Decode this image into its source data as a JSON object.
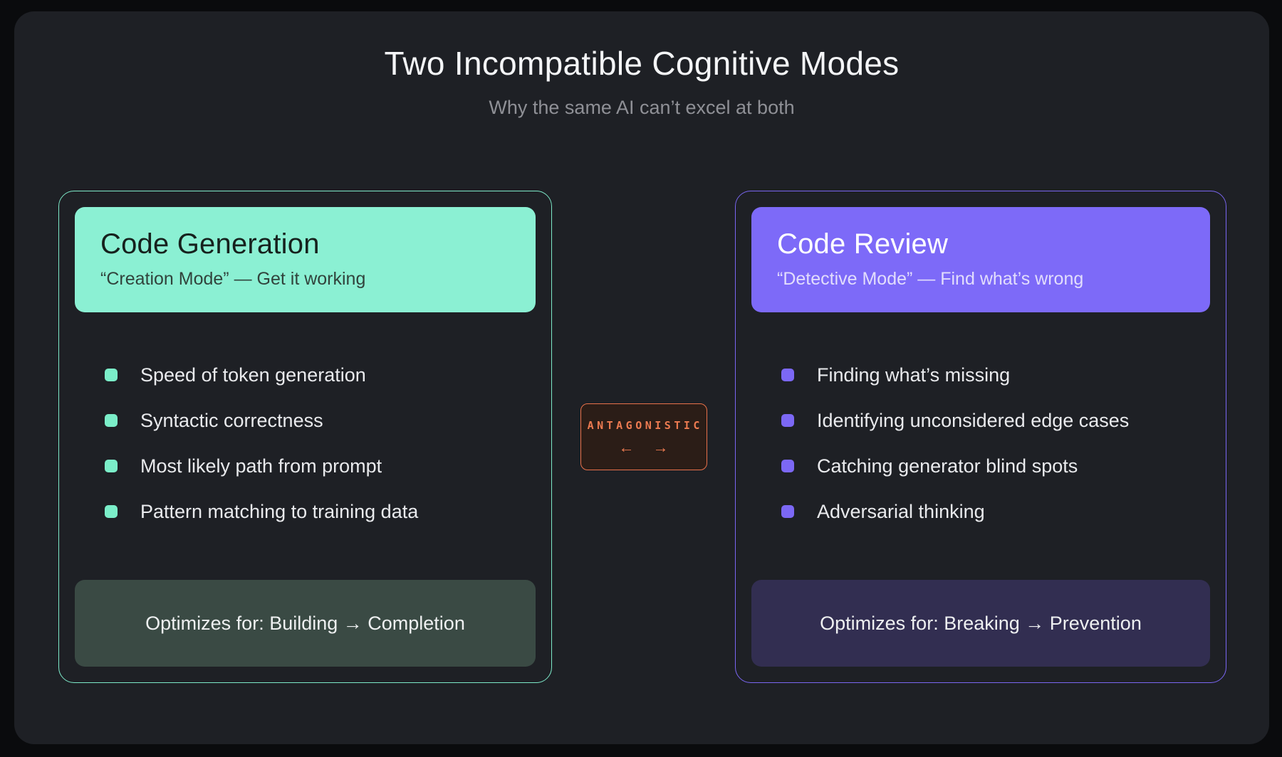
{
  "slide": {
    "title": "Two Incompatible Cognitive Modes",
    "subtitle": "Why the same AI can’t excel at both"
  },
  "generation_card": {
    "title": "Code Generation",
    "subtitle": "“Creation Mode” — Get it working",
    "items": [
      "Speed of token generation",
      "Syntactic correctness",
      "Most likely path from prompt",
      "Pattern matching to training data"
    ],
    "footer": "Optimizes for: Building → Completion"
  },
  "review_card": {
    "title": "Code Review",
    "subtitle": "“Detective Mode” — Find what’s wrong",
    "items": [
      "Finding what’s missing",
      "Identifying unconsidered edge cases",
      "Catching generator blind spots",
      "Adversarial thinking"
    ],
    "footer": "Optimizes for: Breaking → Prevention"
  },
  "antagonistic_badge": {
    "label": "ANTAGONISTIC",
    "left_arrow": "←",
    "right_arrow": "→"
  },
  "colors": {
    "background": "#0a0b0d",
    "slide_background": "#1e2025",
    "generation_accent": "#8bf0d3",
    "generation_border": "#7de9c9",
    "generation_footer": "#3a4a44",
    "review_accent": "#7d6af8",
    "review_border": "#7a66f2",
    "review_footer": "#322e51",
    "badge_accent": "#ed7b51",
    "badge_background": "#2b1d17"
  }
}
